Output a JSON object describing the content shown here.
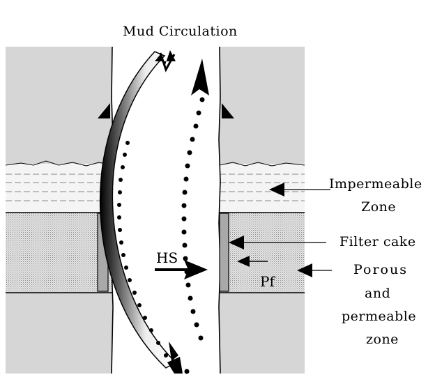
{
  "title": "Mud Circulation",
  "labels": {
    "impermeable_line1": "Impermeable",
    "impermeable_line2": "Zone",
    "filter_cake": "Filter cake",
    "porous_line1": "Porous",
    "porous_line2": "and",
    "porous_line3": "permeable",
    "porous_line4": "zone",
    "hydrostatic": "HS",
    "formation_pressure": "Pf"
  },
  "colors": {
    "formation_gray": "#d6d6d6",
    "borehole": "#ffffff",
    "ink": "#000000",
    "filter_cake": "#a9a9a9"
  }
}
